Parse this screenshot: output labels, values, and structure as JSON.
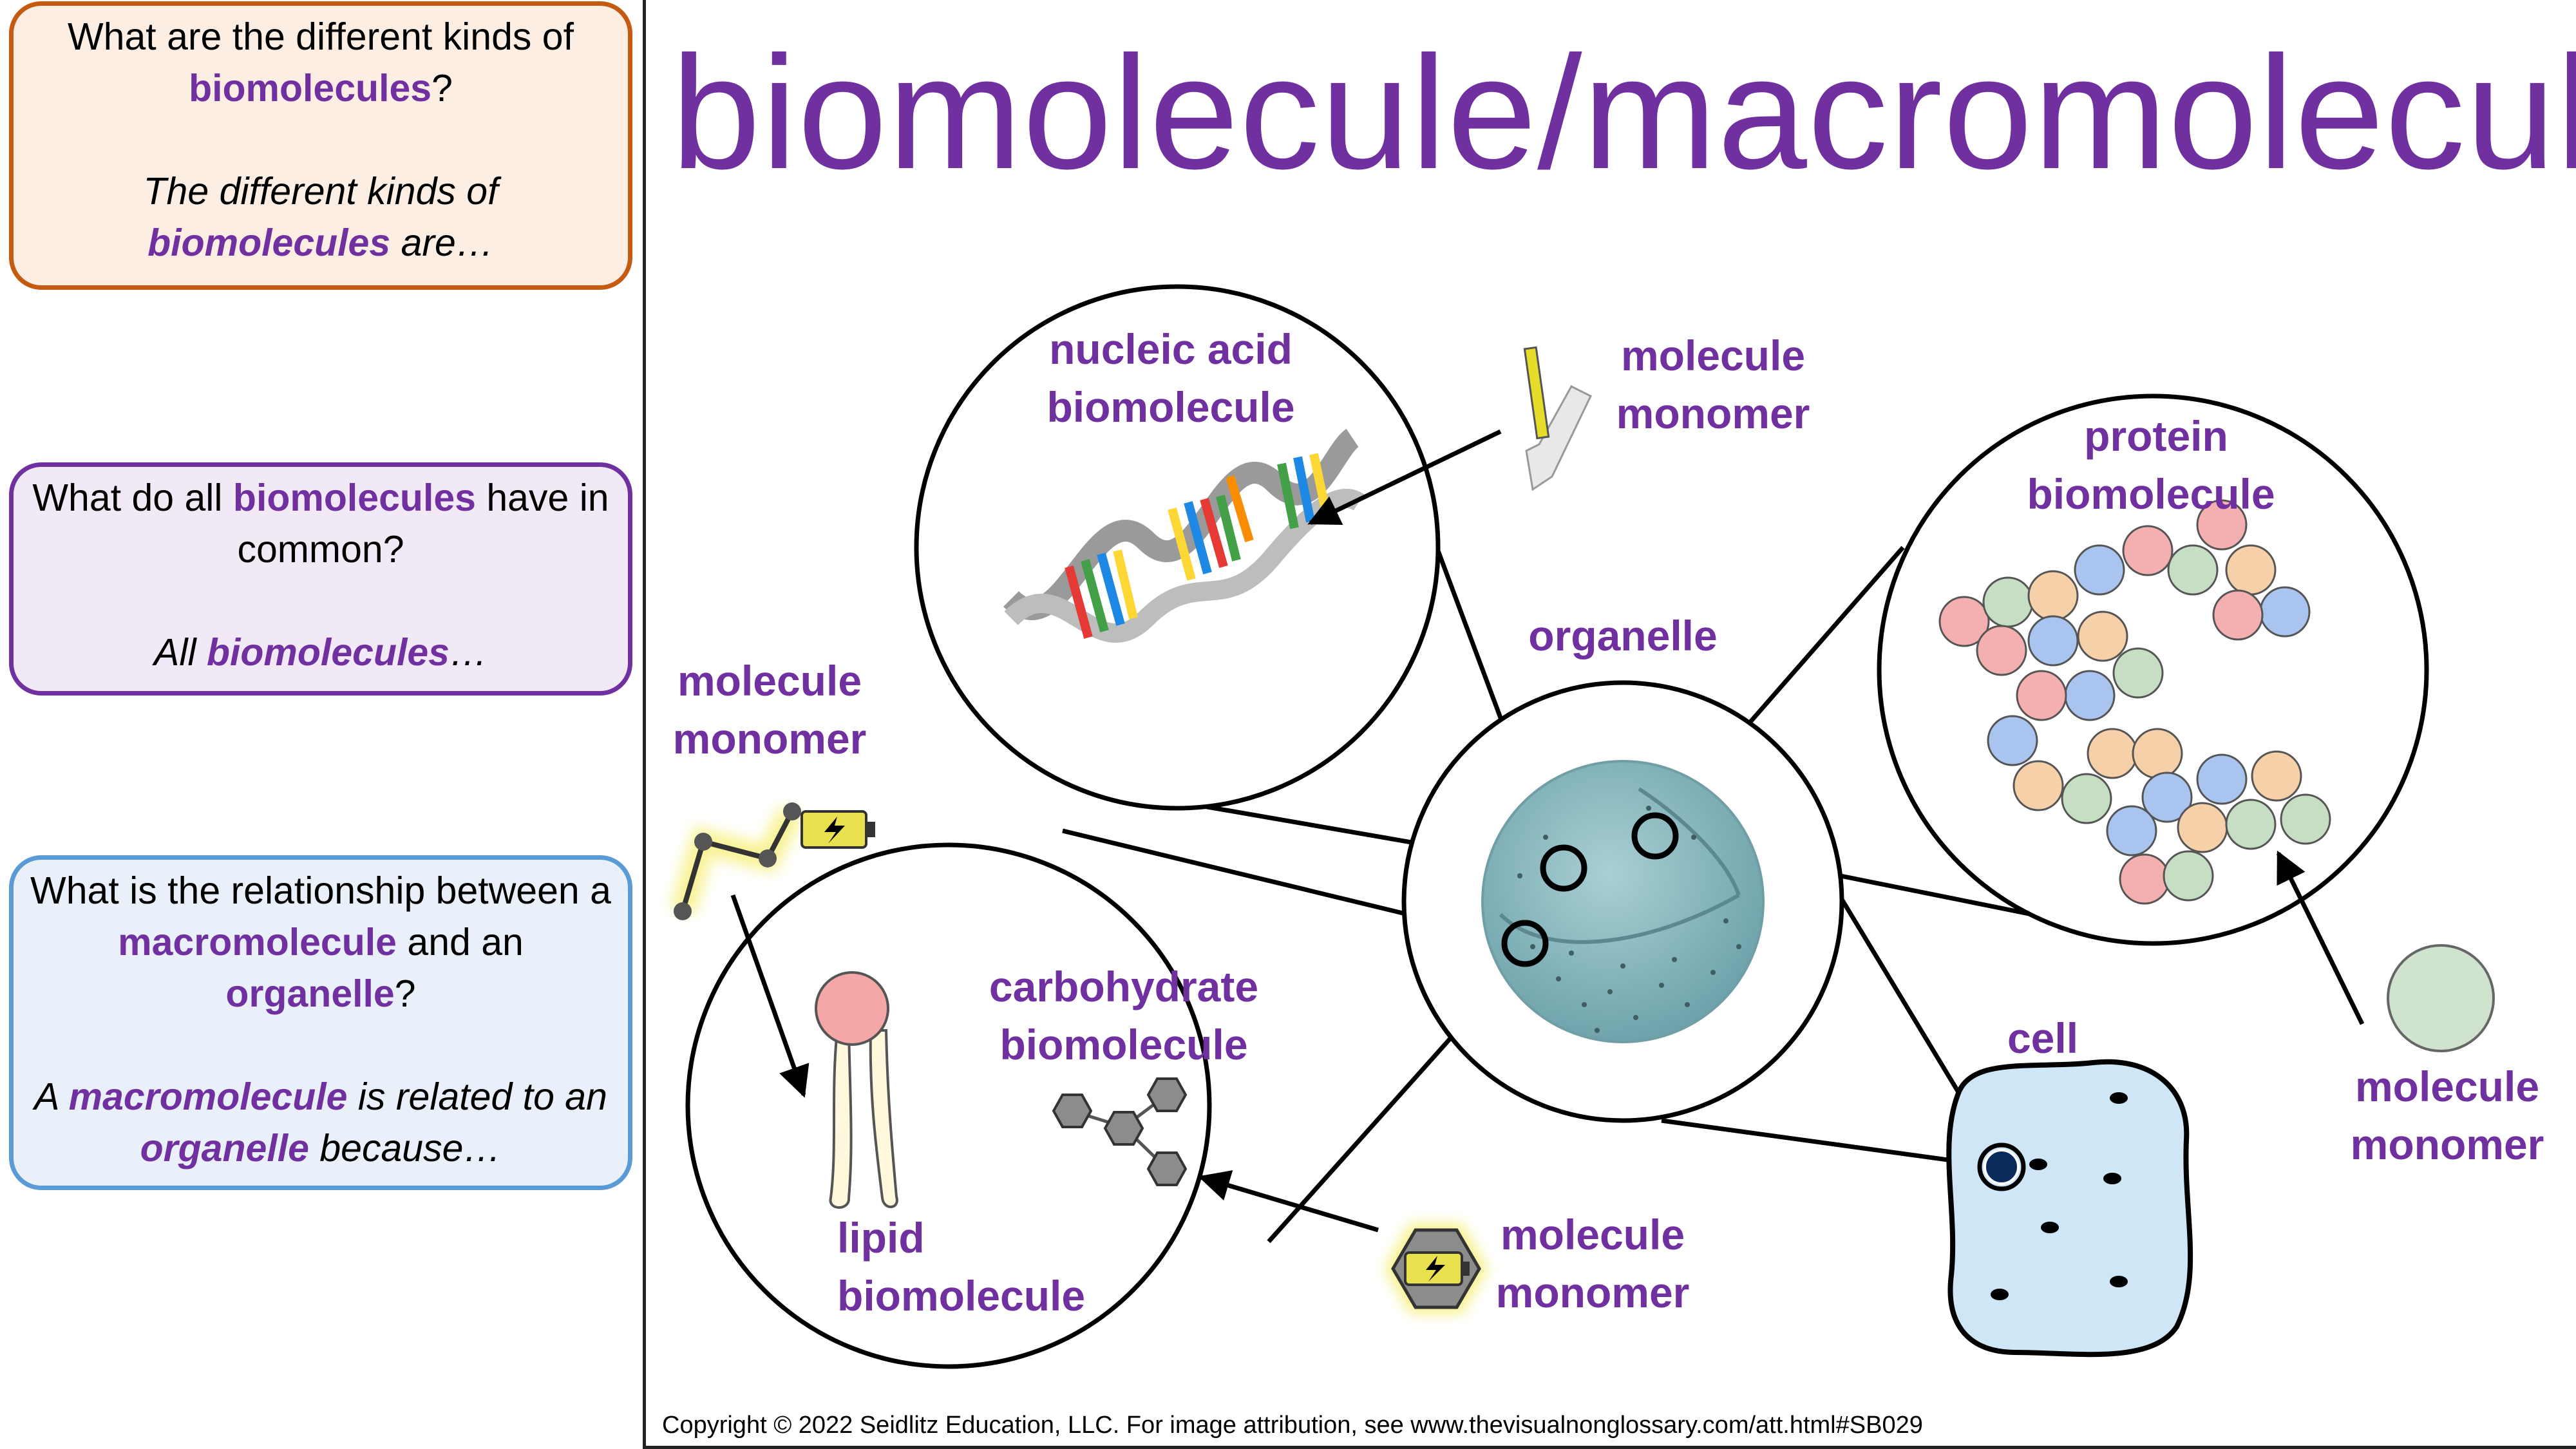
{
  "sidebar": {
    "card1": {
      "q_pre": "What are the different kinds of ",
      "q_term": "biomolecules",
      "q_post": "?",
      "a_pre": "The different kinds of ",
      "a_term": "biomolecules",
      "a_post": " are…"
    },
    "card2": {
      "q_pre": "What do all ",
      "q_term": "biomolecules",
      "q_post": " have in common?",
      "a_pre": "All ",
      "a_term": "biomolecules",
      "a_post": "…"
    },
    "card3": {
      "q_pre": "What is the relationship between a ",
      "q_term1": "macromolecule",
      "q_mid": " and an ",
      "q_term2": "organelle",
      "q_post": "?",
      "a_pre": "A ",
      "a_term1": "macromolecule",
      "a_mid": " is related to an ",
      "a_term2": "organelle",
      "a_post": " because…"
    }
  },
  "title": "biomolecule/macromolecule",
  "labels": {
    "nucleic_line1": "nucleic acid",
    "nucleic_line2": "biomolecule",
    "protein_line1": "protein",
    "protein_line2": "biomolecule",
    "organelle": "organelle",
    "cell": "cell",
    "carb_line1": "carbohydrate",
    "carb_line2": "biomolecule",
    "lipid_line1": "lipid",
    "lipid_line2": "biomolecule",
    "monomer_line1": "molecule",
    "monomer_line2": "monomer"
  },
  "colors": {
    "accent_purple": "#7030a0",
    "card1_border": "#c55a11",
    "card2_border": "#7030a0",
    "card3_border": "#5b9bd5",
    "cell_fill": "#cfe6f7",
    "organelle_fill": "#8fbcc2"
  },
  "copyright": "Copyright © 2022 Seidlitz Education, LLC.  For image attribution, see www.thevisualnonglossary.com/att.html#SB029"
}
